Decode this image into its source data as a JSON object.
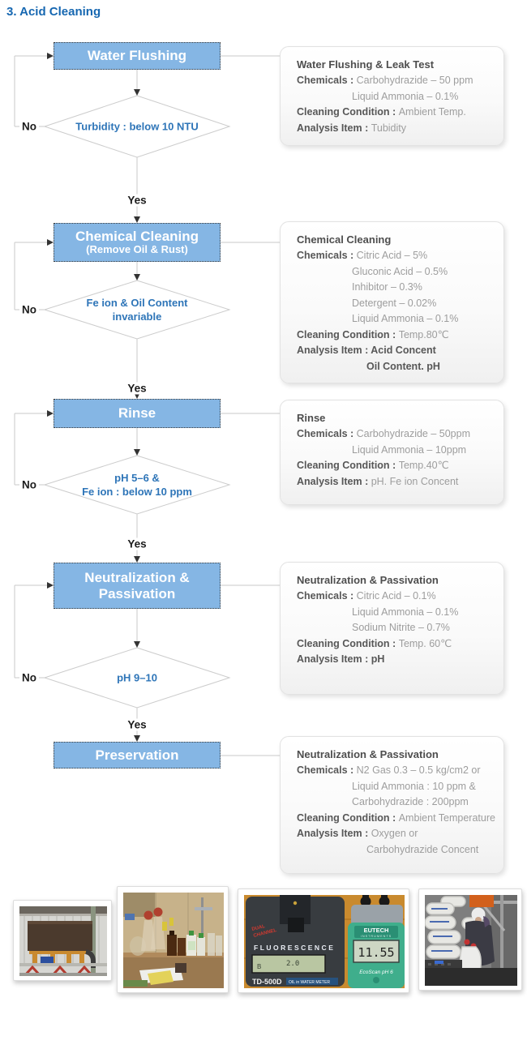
{
  "page": {
    "title": "3. Acid Cleaning"
  },
  "labels": {
    "yes": "Yes",
    "no": "No"
  },
  "colors": {
    "title_blue": "#1667b1",
    "box_fill": "#85b6e4",
    "box_text": "#ffffff",
    "diamond_text": "#2e75b8",
    "connector_gray": "#c9c9c9",
    "card_label": "#575757",
    "card_value": "#9d9d9d"
  },
  "flow": {
    "steps": [
      {
        "box": [
          "Water Flushing"
        ],
        "decision": [
          "Turbidity : below 10 NTU"
        ]
      },
      {
        "box": [
          "Chemical Cleaning",
          "(Remove Oil & Rust)"
        ],
        "decision": [
          "Fe ion & Oil Content",
          "invariable"
        ]
      },
      {
        "box": [
          "Rinse"
        ],
        "decision": [
          "pH 5–6 &",
          "Fe ion : below 10 ppm"
        ]
      },
      {
        "box": [
          "Neutralization &",
          "Passivation"
        ],
        "decision": [
          "pH 9–10"
        ]
      },
      {
        "box": [
          "Preservation"
        ]
      }
    ]
  },
  "cards": [
    {
      "title": "Water Flushing & Leak Test",
      "lines": [
        {
          "label": "Chemicals : ",
          "value": "Carbohydrazide – 50 ppm"
        },
        {
          "value": "Liquid Ammonia – 0.1%",
          "indent": 1
        },
        {
          "label": "Cleaning Condition : ",
          "value": "Ambient Temp."
        },
        {
          "label": "Analysis Item : ",
          "value": "Tubidity"
        }
      ]
    },
    {
      "title": "Chemical Cleaning",
      "lines": [
        {
          "label": "Chemicals : ",
          "value": "Citric Acid – 5%"
        },
        {
          "value": "Gluconic Acid – 0.5%",
          "indent": 1
        },
        {
          "value": "Inhibitor – 0.3%",
          "indent": 1
        },
        {
          "value": "Detergent – 0.02%",
          "indent": 1
        },
        {
          "value": "Liquid Ammonia – 0.1%",
          "indent": 1
        },
        {
          "label": "Cleaning Condition : ",
          "value": "Temp.80℃"
        },
        {
          "label": "Analysis Item : ",
          "value": "Acid Concent",
          "dark": true
        },
        {
          "value": "Oil Content. pH",
          "indent": 2,
          "dark": true
        }
      ]
    },
    {
      "title": "Rinse",
      "lines": [
        {
          "label": "Chemicals : ",
          "value": "Carbohydrazide – 50ppm"
        },
        {
          "value": "Liquid Ammonia – 10ppm",
          "indent": 1
        },
        {
          "label": "Cleaning Condition : ",
          "value": "Temp.40℃"
        },
        {
          "label": "Analysis Item : ",
          "value": "pH. Fe ion Concent"
        }
      ]
    },
    {
      "title": "Neutralization & Passivation",
      "lines": [
        {
          "label": "Chemicals : ",
          "value": "Citric Acid – 0.1%"
        },
        {
          "value": "Liquid Ammonia – 0.1%",
          "indent": 1
        },
        {
          "value": "Sodium Nitrite – 0.7%",
          "indent": 1
        },
        {
          "label": "Cleaning Condition : ",
          "value": "Temp. 60℃"
        },
        {
          "label": "Analysis Item : ",
          "value": "pH",
          "dark": true
        }
      ]
    },
    {
      "title": "Neutralization & Passivation",
      "lines": [
        {
          "label": "Chemicals : ",
          "value": "N2 Gas 0.3 – 0.5 kg/cm2 or"
        },
        {
          "value": "Liquid Ammonia : 10 ppm &",
          "indent": 1
        },
        {
          "value": "Carbohydrazide : 200ppm",
          "indent": 1
        },
        {
          "label": "Cleaning Condition : ",
          "value": "Ambient Temperature"
        },
        {
          "label": "Analysis Item : ",
          "value": "Oxygen or"
        },
        {
          "value": "Carbohydrazide Concent",
          "indent": 2
        }
      ]
    }
  ],
  "photos": {
    "meter_left": {
      "brand_line1": "DUAL",
      "brand_line2": "CHANNEL",
      "label": "FLUORESCENCE",
      "channel": "B",
      "reading": "2.0",
      "model": "TD-500D",
      "tag": "OIL in WATER METER"
    },
    "meter_right": {
      "brand": "EUTECH",
      "brand_sub": "INSTRUMENTS",
      "reading": "11.55",
      "model": "EcoScan pH 6"
    }
  }
}
